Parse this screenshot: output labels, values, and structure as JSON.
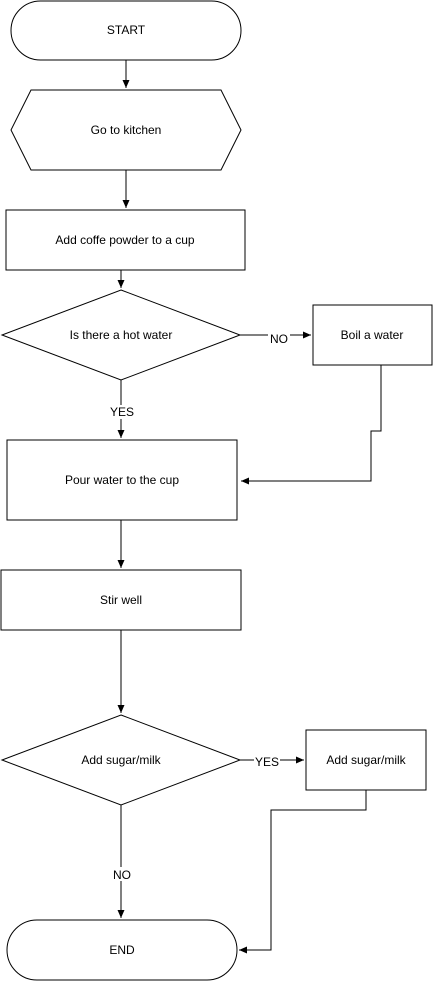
{
  "flowchart": {
    "nodes": {
      "start": "START",
      "go_kitchen": "Go to kitchen",
      "add_coffee": "Add coffe powder to a cup",
      "hot_water_decision": "Is there a hot water",
      "boil_water": "Boil a water",
      "pour_water": "Pour water to the cup",
      "stir": "Stir well",
      "sugar_decision": "Add sugar/milk",
      "add_sugar": "Add sugar/milk",
      "end": "END"
    },
    "edge_labels": {
      "no_hot_water": "NO",
      "yes_hot_water": "YES",
      "yes_sugar": "YES",
      "no_sugar": "NO"
    }
  }
}
